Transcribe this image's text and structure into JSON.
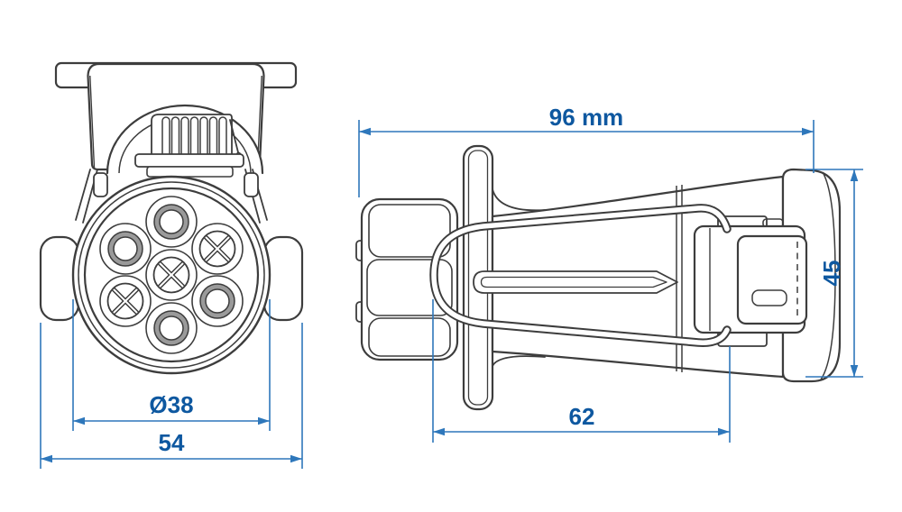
{
  "drawing": {
    "kind": "technical-dimension-drawing",
    "subject": "7-pin trailer plug connector, front and side orthographic views",
    "views": [
      "front-view",
      "side-view"
    ]
  },
  "front_view": {
    "pin_count": 7,
    "pins": [
      {
        "position": "center",
        "contact": "cross"
      },
      {
        "position": "top",
        "contact": "ring"
      },
      {
        "position": "top-right",
        "contact": "cross"
      },
      {
        "position": "bottom-right",
        "contact": "ring"
      },
      {
        "position": "bottom",
        "contact": "ring"
      },
      {
        "position": "bottom-left",
        "contact": "cross"
      },
      {
        "position": "top-left",
        "contact": "ring"
      }
    ]
  },
  "dimensions": {
    "pin_circle_diameter": "Ø38",
    "front_overall_width": "54",
    "side_overall_length": "96 mm",
    "side_overall_height": "45",
    "side_body_length": "62"
  },
  "colors": {
    "outline": "#3d3d3d",
    "contact_ring": "#9a9a9a",
    "dimension_line": "#2e77bb",
    "dimension_text": "#0e58a0",
    "background": "#ffffff"
  }
}
